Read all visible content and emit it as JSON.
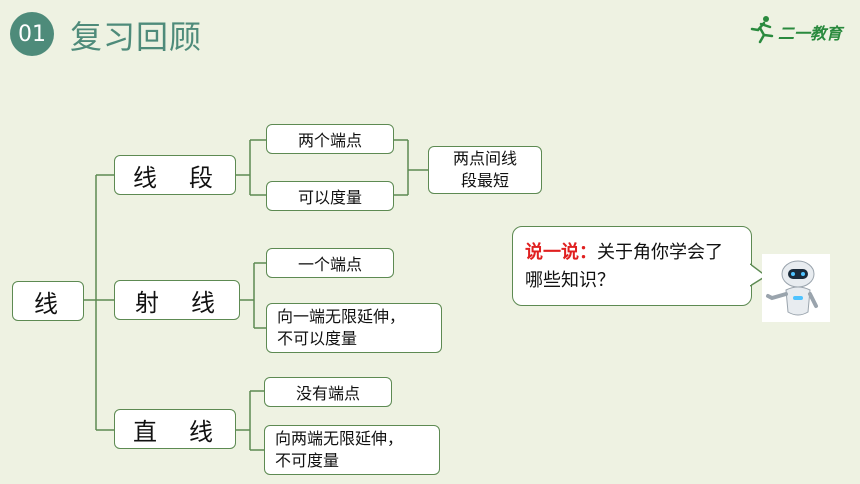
{
  "header": {
    "number": "01",
    "title": "复习回顾",
    "logo_text": "二一教育"
  },
  "root": {
    "label": "线"
  },
  "segment": {
    "label": "线　段",
    "props": [
      "两个端点",
      "可以度量"
    ],
    "conclusion": [
      "两点间线",
      "段最短"
    ]
  },
  "ray": {
    "label": "射　线",
    "props": [
      "一个端点"
    ],
    "extra": [
      "向一端无限延伸，",
      "不可以度量"
    ]
  },
  "line": {
    "label": "直　线",
    "props": [
      "没有端点"
    ],
    "extra": [
      "向两端无限延伸，",
      "不可度量"
    ]
  },
  "bubble": {
    "prefix": "说一说：",
    "text": "关于角你学会了哪些知识？"
  },
  "colors": {
    "accent": "#4e8b7a",
    "line": "#5d8a52",
    "highlight": "#e02020"
  }
}
